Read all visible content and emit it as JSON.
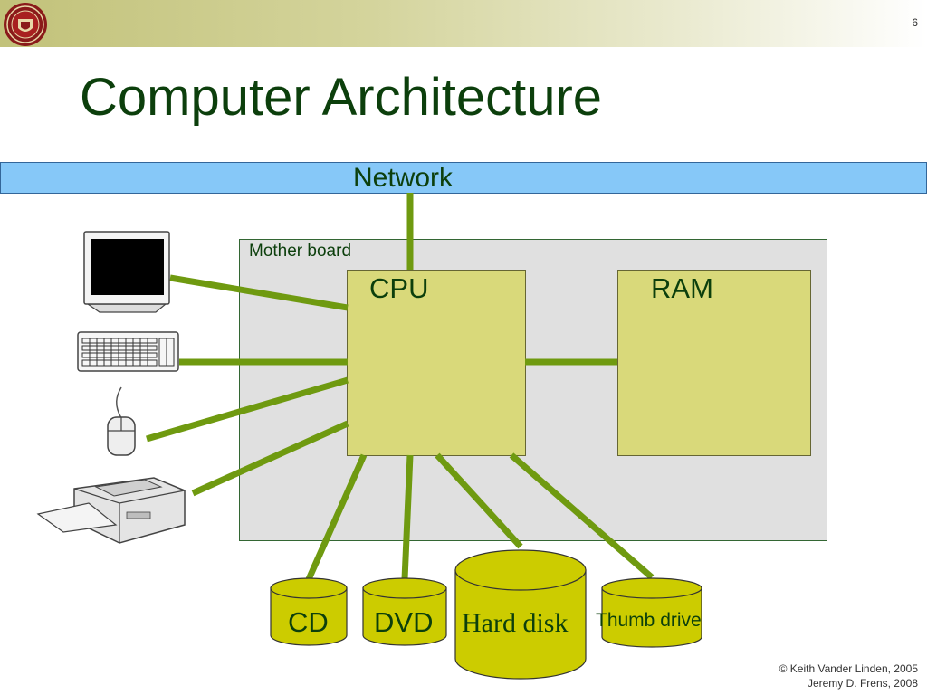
{
  "slide": {
    "number": "6",
    "title": "Computer Architecture"
  },
  "network": {
    "label": "Network"
  },
  "motherboard": {
    "label": "Mother board"
  },
  "components": {
    "cpu": "CPU",
    "ram": "RAM"
  },
  "storage": {
    "cd": "CD",
    "dvd": "DVD",
    "hard_disk": "Hard disk",
    "thumb_drive": "Thumb drive"
  },
  "peripherals": [
    "monitor-icon",
    "keyboard-icon",
    "mouse-icon",
    "printer-icon"
  ],
  "footer": {
    "line1": "© Keith Vander Linden, 2005",
    "line2": "Jeremy D. Frens, 2008"
  },
  "colors": {
    "connector": "#6f9a10",
    "network": "#86c8f8",
    "chip": "#d9d97a",
    "drive": "#cccc00",
    "title": "#0c3f0c"
  }
}
